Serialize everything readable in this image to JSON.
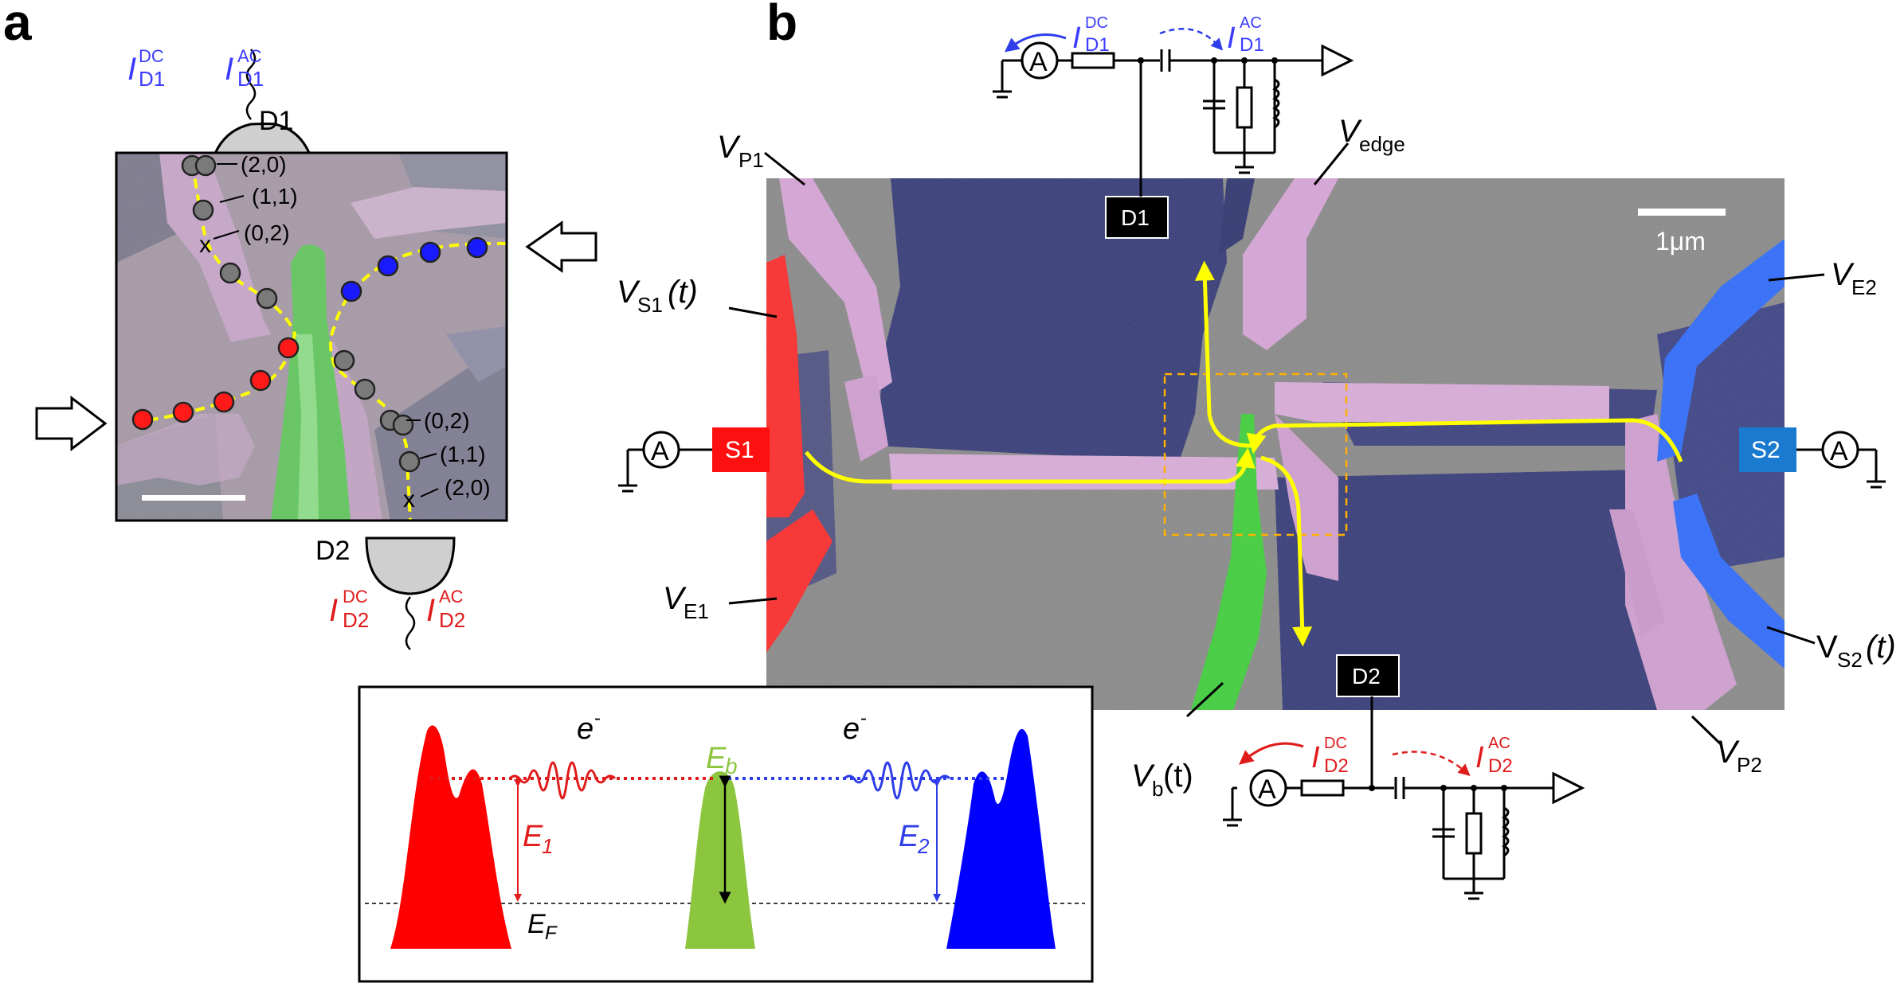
{
  "panel_a": {
    "label": "a",
    "top_detector": {
      "name": "D1",
      "i_dc": "I",
      "i_dc_sub": "D1",
      "i_dc_sup": "DC",
      "i_ac": "I",
      "i_ac_sub": "D1",
      "i_ac_sup": "AC"
    },
    "bottom_detector": {
      "name": "D2",
      "i_dc": "I",
      "i_dc_sub": "D2",
      "i_dc_sup": "DC",
      "i_ac": "I",
      "i_ac_sub": "D2",
      "i_ac_sup": "AC"
    },
    "top_states": [
      "(2,0)",
      "(1,1)",
      "(0,2)"
    ],
    "bottom_states": [
      "(0,2)",
      "(1,1)",
      "(2,0)"
    ],
    "crossing_marker": "x"
  },
  "panel_b": {
    "label": "b",
    "scale_bar": "1μm",
    "contacts": {
      "s1": "S1",
      "s2": "S2",
      "d1": "D1",
      "d2": "D2",
      "ammeter": "A"
    },
    "gates": {
      "vp1": {
        "main": "V",
        "sub": "P1"
      },
      "vedge": {
        "main": "V",
        "sub": "edge"
      },
      "vs1": {
        "main": "V",
        "sub": "S1",
        "tail": " (t)"
      },
      "ve1": {
        "main": "V",
        "sub": "E1"
      },
      "ve2": {
        "main": "V",
        "sub": "E2"
      },
      "vs2": {
        "main": "V",
        "sub": "S2",
        "tail": " (t)"
      },
      "vp2": {
        "main": "V",
        "sub": "P2"
      },
      "vb": {
        "main": "V",
        "sub": "b",
        "tail": " (t)"
      }
    },
    "d1_circuit": {
      "dc": "I",
      "dc_sub": "D1",
      "dc_sup": "DC",
      "ac": "I",
      "ac_sub": "D1",
      "ac_sup": "AC"
    },
    "d2_circuit": {
      "dc": "I",
      "dc_sub": "D2",
      "dc_sup": "DC",
      "ac": "I",
      "ac_sub": "D2",
      "ac_sup": "AC"
    }
  },
  "energy_inset": {
    "electron_left": "e",
    "electron_right": "e",
    "electron_sup": "-",
    "barrier_label": "E",
    "barrier_sub": "b",
    "e1": "E",
    "e1_sub": "1",
    "e2": "E",
    "e2_sub": "2",
    "fermi": "E",
    "fermi_sub": "F"
  },
  "colors": {
    "red_source": "#ff0000",
    "blue_source": "#1f3bff",
    "barrier_green": "#8cc63f",
    "gate_pink": "#d9a6d9",
    "depletion_navy": "#343a78",
    "electron_path": "#ffff00",
    "current_blue": "#2e3de8",
    "current_red": "#e01b1b"
  }
}
